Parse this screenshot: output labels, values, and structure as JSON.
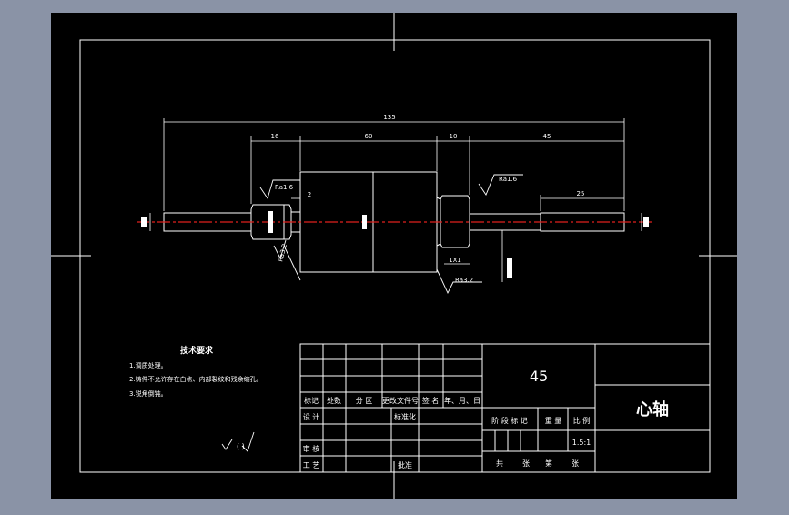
{
  "colors": {
    "background": "#8a93a6",
    "paper": "#000000",
    "line": "#ffffff",
    "centerline": "#e0201e"
  },
  "dimensions": {
    "overall": "135",
    "seg1": "16",
    "seg2": "60",
    "seg3": "10",
    "seg4": "45",
    "right_shaft": "25",
    "groove": "2",
    "chamfer": "1X1"
  },
  "roughness": {
    "left_top": "Ra1.6",
    "left_bottom": "Ra3.2",
    "right_top": "Ra1.6",
    "right_bottom": "Ra3.2"
  },
  "tech_req": {
    "title": "技术要求",
    "lines": [
      "1.调质处理。",
      "2.铸件不允许存在白点、内部裂纹和残余缩孔。",
      "3.锐角倒钝。"
    ],
    "roughness_note": "(  )"
  },
  "title_block": {
    "material": "45",
    "part_name": "心轴",
    "rev_headers": [
      "标记",
      "处数",
      "分 区",
      "更改文件号",
      "签 名",
      "年、月、日"
    ],
    "design": "设 计",
    "standardize": "标准化",
    "review": "审 核",
    "process": "工 艺",
    "approve": "批准",
    "stage_mark": "阶 段 标 记",
    "weight": "重 量",
    "scale_label": "比 例",
    "scale_value": "1.5:1",
    "sheets_total": "共",
    "sheets_unit": "张",
    "sheet_no": "第",
    "sheet_unit2": "张"
  }
}
